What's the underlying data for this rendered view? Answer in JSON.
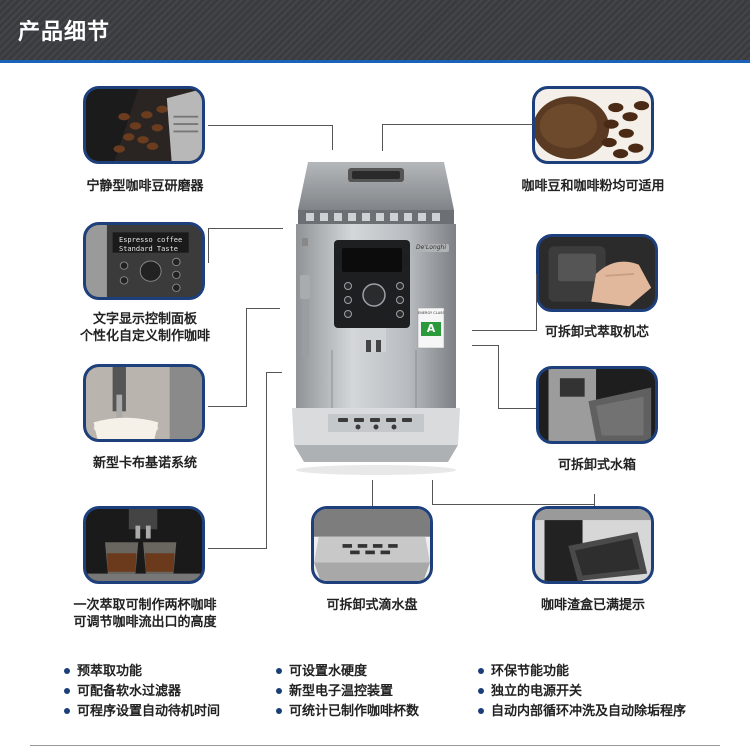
{
  "header": {
    "title": "产品细节"
  },
  "captions": {
    "grinder": "宁静型咖啡豆研磨器",
    "beans_powder": "咖啡豆和咖啡粉均可适用",
    "panel_line1": "文字显示控制面板",
    "panel_line2": "个性化自定义制作咖啡",
    "brew_unit": "可拆卸式萃取机芯",
    "cappuccino": "新型卡布基诺系统",
    "water_tank": "可拆卸式水箱",
    "two_cups_line1": "一次萃取可制作两杯咖啡",
    "two_cups_line2": "可调节咖啡流出口的高度",
    "drip_tray": "可拆卸式滴水盘",
    "grounds_box": "咖啡渣盒已满提示"
  },
  "display": {
    "line1": "Espresso coffee",
    "line2": "Standard Taste"
  },
  "brand": "De'Longhi",
  "energy": {
    "grade": "A",
    "label": "ENERGY CLASS"
  },
  "features": {
    "col1": [
      "预萃取功能",
      "可配备软水过滤器",
      "可程序设置自动待机时间"
    ],
    "col2": [
      "可设置水硬度",
      "新型电子温控装置",
      "可统计已制作咖啡杯数"
    ],
    "col3": [
      "环保节能功能",
      "独立的电源开关",
      "自动内部循环冲洗及自动除垢程序"
    ]
  },
  "colors": {
    "frame": "#1d3f7c",
    "accent_line": "#1a62b8",
    "header_bg": "#3a3b3f"
  }
}
